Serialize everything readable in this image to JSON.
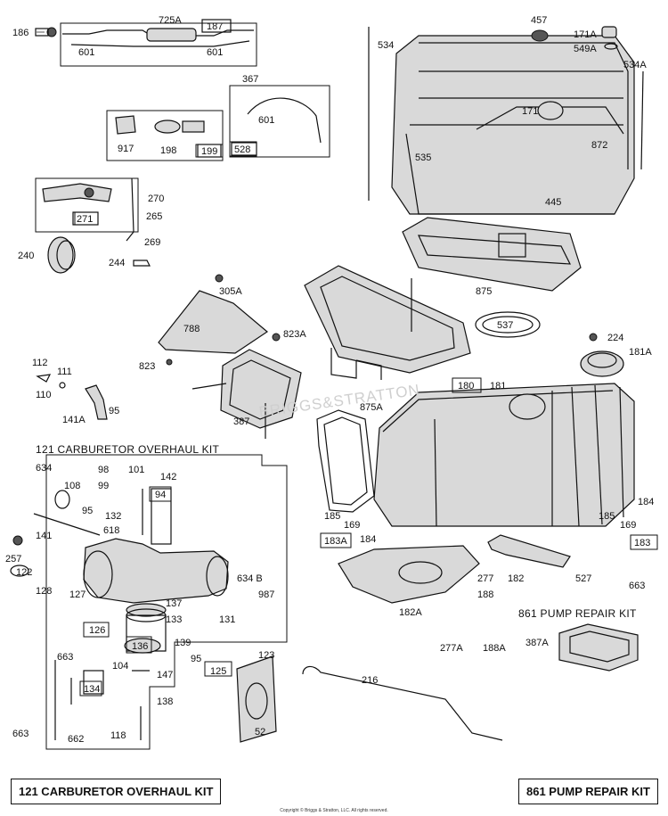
{
  "diagram": {
    "watermark": "BRIGGS&STRATTON",
    "section_titles": {
      "carburetor_kit_label": "121 CARBURETOR OVERHAUL KIT",
      "pump_kit_label": "861 PUMP REPAIR KIT"
    },
    "footer": {
      "left_kit": "121 CARBURETOR OVERHAUL KIT",
      "right_kit": "861 PUMP REPAIR KIT",
      "copyright": "Copyright © Briggs & Stratton, LLC. All rights reserved."
    },
    "parts": [
      {
        "id": "p186",
        "label": "186"
      },
      {
        "id": "p725a",
        "label": "725A"
      },
      {
        "id": "p187",
        "label": "187"
      },
      {
        "id": "p601a",
        "label": "601"
      },
      {
        "id": "p601b",
        "label": "601"
      },
      {
        "id": "p367",
        "label": "367"
      },
      {
        "id": "p601c",
        "label": "601"
      },
      {
        "id": "p917",
        "label": "917"
      },
      {
        "id": "p198",
        "label": "198"
      },
      {
        "id": "p199",
        "label": "199"
      },
      {
        "id": "p528",
        "label": "528"
      },
      {
        "id": "p270",
        "label": "270"
      },
      {
        "id": "p265",
        "label": "265"
      },
      {
        "id": "p271",
        "label": "271"
      },
      {
        "id": "p269",
        "label": "269"
      },
      {
        "id": "p240",
        "label": "240"
      },
      {
        "id": "p244",
        "label": "244"
      },
      {
        "id": "p534",
        "label": "534"
      },
      {
        "id": "p457",
        "label": "457"
      },
      {
        "id": "p171a",
        "label": "171A"
      },
      {
        "id": "p549a",
        "label": "549A"
      },
      {
        "id": "p534a",
        "label": "534A"
      },
      {
        "id": "p171",
        "label": "171"
      },
      {
        "id": "p872",
        "label": "872"
      },
      {
        "id": "p535",
        "label": "535"
      },
      {
        "id": "p445",
        "label": "445"
      },
      {
        "id": "p875",
        "label": "875"
      },
      {
        "id": "p305a",
        "label": "305A"
      },
      {
        "id": "p788",
        "label": "788"
      },
      {
        "id": "p823a",
        "label": "823A"
      },
      {
        "id": "p823",
        "label": "823"
      },
      {
        "id": "p537",
        "label": "537"
      },
      {
        "id": "p875a",
        "label": "875A"
      },
      {
        "id": "p224",
        "label": "224"
      },
      {
        "id": "p181a",
        "label": "181A"
      },
      {
        "id": "p180",
        "label": "180"
      },
      {
        "id": "p181",
        "label": "181"
      },
      {
        "id": "p112",
        "label": "112"
      },
      {
        "id": "p111",
        "label": "111"
      },
      {
        "id": "p110",
        "label": "110"
      },
      {
        "id": "p141a",
        "label": "141A"
      },
      {
        "id": "p95a",
        "label": "95"
      },
      {
        "id": "p387",
        "label": "387"
      },
      {
        "id": "p634",
        "label": "634"
      },
      {
        "id": "p98",
        "label": "98"
      },
      {
        "id": "p101",
        "label": "101"
      },
      {
        "id": "p99",
        "label": "99"
      },
      {
        "id": "p142",
        "label": "142"
      },
      {
        "id": "p108",
        "label": "108"
      },
      {
        "id": "p94",
        "label": "94"
      },
      {
        "id": "p95b",
        "label": "95"
      },
      {
        "id": "p132",
        "label": "132"
      },
      {
        "id": "p141",
        "label": "141"
      },
      {
        "id": "p618",
        "label": "618"
      },
      {
        "id": "p257",
        "label": "257"
      },
      {
        "id": "p122",
        "label": "122"
      },
      {
        "id": "p128",
        "label": "128"
      },
      {
        "id": "p127",
        "label": "127"
      },
      {
        "id": "p137",
        "label": "137"
      },
      {
        "id": "p634b",
        "label": "634 B"
      },
      {
        "id": "p987",
        "label": "987"
      },
      {
        "id": "p131",
        "label": "131"
      },
      {
        "id": "p126",
        "label": "126"
      },
      {
        "id": "p133",
        "label": "133"
      },
      {
        "id": "p136",
        "label": "136"
      },
      {
        "id": "p139",
        "label": "139"
      },
      {
        "id": "p95c",
        "label": "95"
      },
      {
        "id": "p663a",
        "label": "663"
      },
      {
        "id": "p104",
        "label": "104"
      },
      {
        "id": "p125",
        "label": "125"
      },
      {
        "id": "p123",
        "label": "123"
      },
      {
        "id": "p134",
        "label": "134"
      },
      {
        "id": "p147",
        "label": "147"
      },
      {
        "id": "p138",
        "label": "138"
      },
      {
        "id": "p118",
        "label": "118"
      },
      {
        "id": "p663b",
        "label": "663"
      },
      {
        "id": "p662",
        "label": "662"
      },
      {
        "id": "p52",
        "label": "52"
      },
      {
        "id": "p216",
        "label": "216"
      },
      {
        "id": "p185a",
        "label": "185"
      },
      {
        "id": "p169a",
        "label": "169"
      },
      {
        "id": "p184a",
        "label": "184"
      },
      {
        "id": "p183a",
        "label": "183A"
      },
      {
        "id": "p184b",
        "label": "184"
      },
      {
        "id": "p185b",
        "label": "185"
      },
      {
        "id": "p169b",
        "label": "169"
      },
      {
        "id": "p183",
        "label": "183"
      },
      {
        "id": "p277",
        "label": "277"
      },
      {
        "id": "p188",
        "label": "188"
      },
      {
        "id": "p182",
        "label": "182"
      },
      {
        "id": "p182a",
        "label": "182A"
      },
      {
        "id": "p527",
        "label": "527"
      },
      {
        "id": "p663c",
        "label": "663"
      },
      {
        "id": "p277a",
        "label": "277A"
      },
      {
        "id": "p188a",
        "label": "188A"
      },
      {
        "id": "p387a",
        "label": "387A"
      }
    ]
  }
}
